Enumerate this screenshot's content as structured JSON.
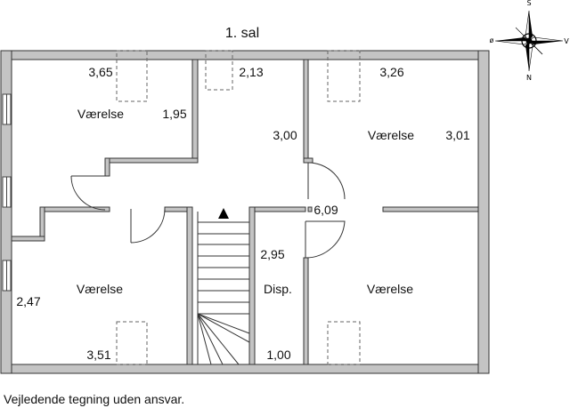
{
  "floor_title": "1. sal",
  "disclaimer": "Vejledende tegning uden ansvar.",
  "compass": {
    "n": "N",
    "s": "S",
    "e": "V",
    "w": "ø"
  },
  "rooms": {
    "top_left": {
      "name": "Værelse",
      "dim_a": "3,65",
      "dim_b": "1,95"
    },
    "top_mid": {
      "dim": "2,13"
    },
    "top_right": {
      "name": "Værelse",
      "dim_a": "3,26",
      "dim_b": "3,01",
      "dim_c": "3,00"
    },
    "hall": {
      "dim": "6,09"
    },
    "stair_side": {
      "dim": "2,95"
    },
    "bottom_left": {
      "name": "Værelse",
      "dim_a": "2,47",
      "dim_b": "3,51"
    },
    "disp": {
      "name": "Disp.",
      "dim": "1,00"
    },
    "bottom_right": {
      "name": "Værelse"
    }
  },
  "colors": {
    "wall": "#c4c4c4",
    "line": "#333333",
    "window_frame": "#444444"
  }
}
